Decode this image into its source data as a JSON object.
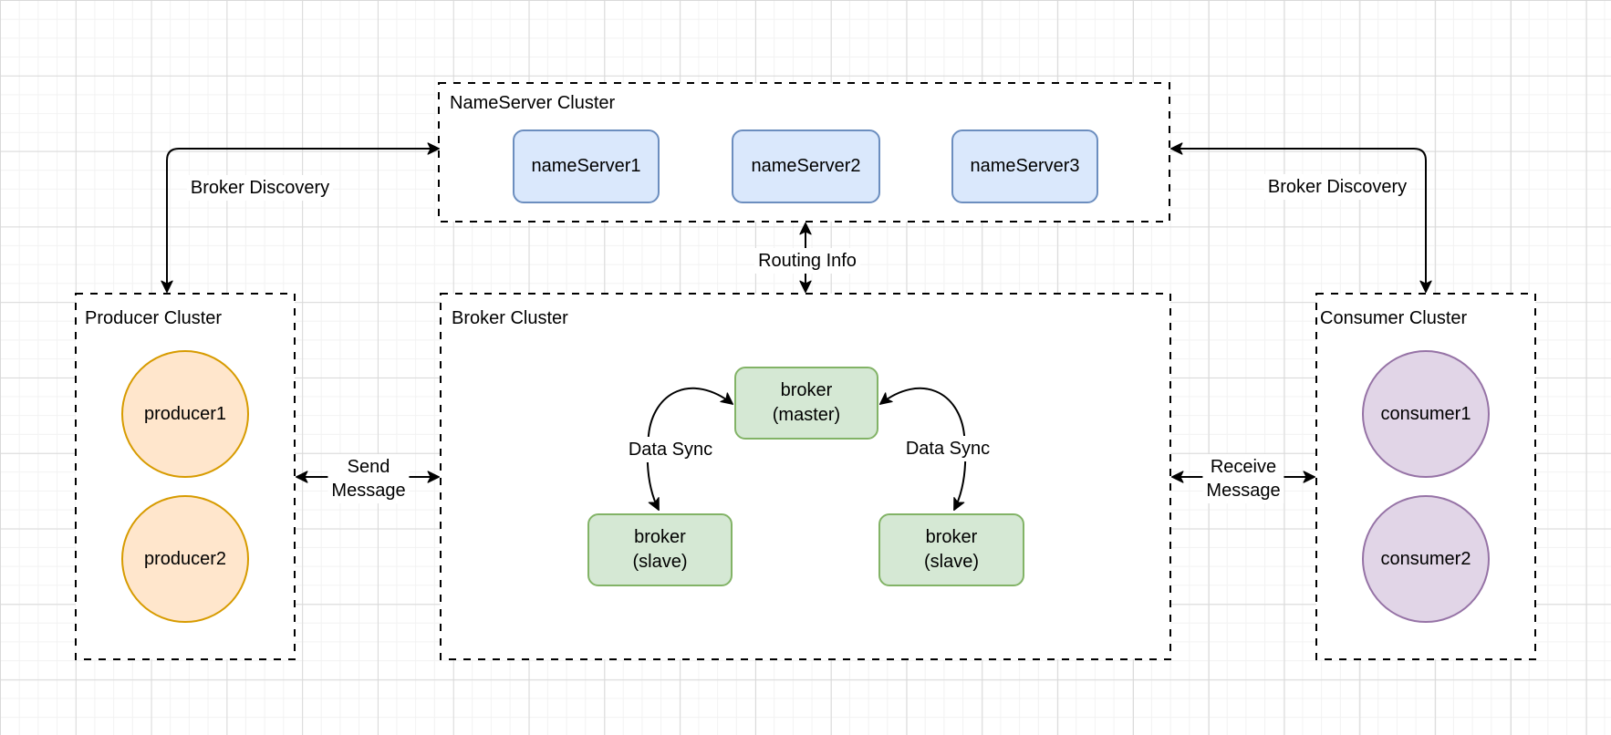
{
  "diagram": {
    "clusters": {
      "nameserver": {
        "title": "NameServer Cluster",
        "nodes": [
          {
            "label": "nameServer1"
          },
          {
            "label": "nameServer2"
          },
          {
            "label": "nameServer3"
          }
        ]
      },
      "producer": {
        "title": "Producer Cluster",
        "nodes": [
          {
            "label": "producer1"
          },
          {
            "label": "producer2"
          }
        ]
      },
      "broker": {
        "title": "Broker Cluster",
        "master": {
          "line1": "broker",
          "line2": "(master)"
        },
        "slave_left": {
          "line1": "broker",
          "line2": "(slave)"
        },
        "slave_right": {
          "line1": "broker",
          "line2": "(slave)"
        }
      },
      "consumer": {
        "title": "Consumer Cluster",
        "nodes": [
          {
            "label": "consumer1"
          },
          {
            "label": "consumer2"
          }
        ]
      }
    },
    "edge_labels": {
      "broker_discovery_left": "Broker Discovery",
      "broker_discovery_right": "Broker Discovery",
      "routing_info": "Routing Info",
      "send_message_line1": "Send",
      "send_message_line2": "Message",
      "receive_message_line1": "Receive",
      "receive_message_line2": "Message",
      "data_sync_left": "Data Sync",
      "data_sync_right": "Data Sync"
    },
    "colors": {
      "nameserver_fill": "#dae8fc",
      "nameserver_stroke": "#6c8ebf",
      "producer_fill": "#ffe6cc",
      "producer_stroke": "#d79b00",
      "broker_fill": "#d5e8d4",
      "broker_stroke": "#82b366",
      "consumer_fill": "#e1d5e7",
      "consumer_stroke": "#9673a6",
      "edge_stroke": "#000000",
      "grid_minor": "#f2f2f2",
      "grid_major": "#d9d9d9"
    }
  }
}
